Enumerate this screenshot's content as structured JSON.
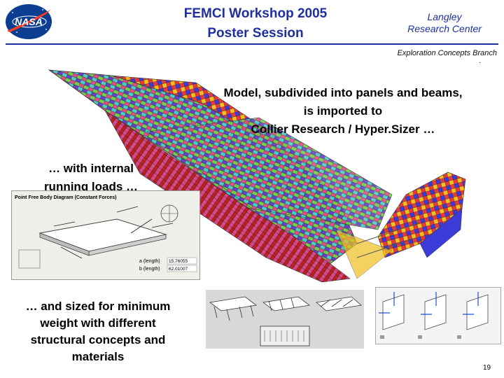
{
  "header": {
    "title_line1": "FEMCI Workshop 2005",
    "title_line2": "Poster Session",
    "center_line1": "Langley",
    "center_line2": "Research Center",
    "branch": "Exploration Concepts Branch",
    "branch_mark": "-",
    "logo_text": "NASA"
  },
  "body": {
    "model_line1": "Model, subdivided into panels and beams,",
    "model_line2": "is imported to",
    "model_line3": "Collier Research / Hyper.Sizer …",
    "loads_line1": "… with internal",
    "loads_line2": "running loads …",
    "sized_line1": "… and sized for minimum",
    "sized_line2": "weight with different",
    "sized_line3": "structural concepts and",
    "sized_line4": "materials"
  },
  "fbd": {
    "title": "Point Free Body Diagram (Constant Forces)",
    "dim_a": "a (length)",
    "dim_b": "b (length)",
    "val_a": "15.76055",
    "val_b": "62.01007"
  },
  "footer": {
    "page_number": "19"
  },
  "colors": {
    "title_blue": "#1f2fa0",
    "nasa_blue": "#0b3d91",
    "nasa_red": "#fc3d21"
  }
}
